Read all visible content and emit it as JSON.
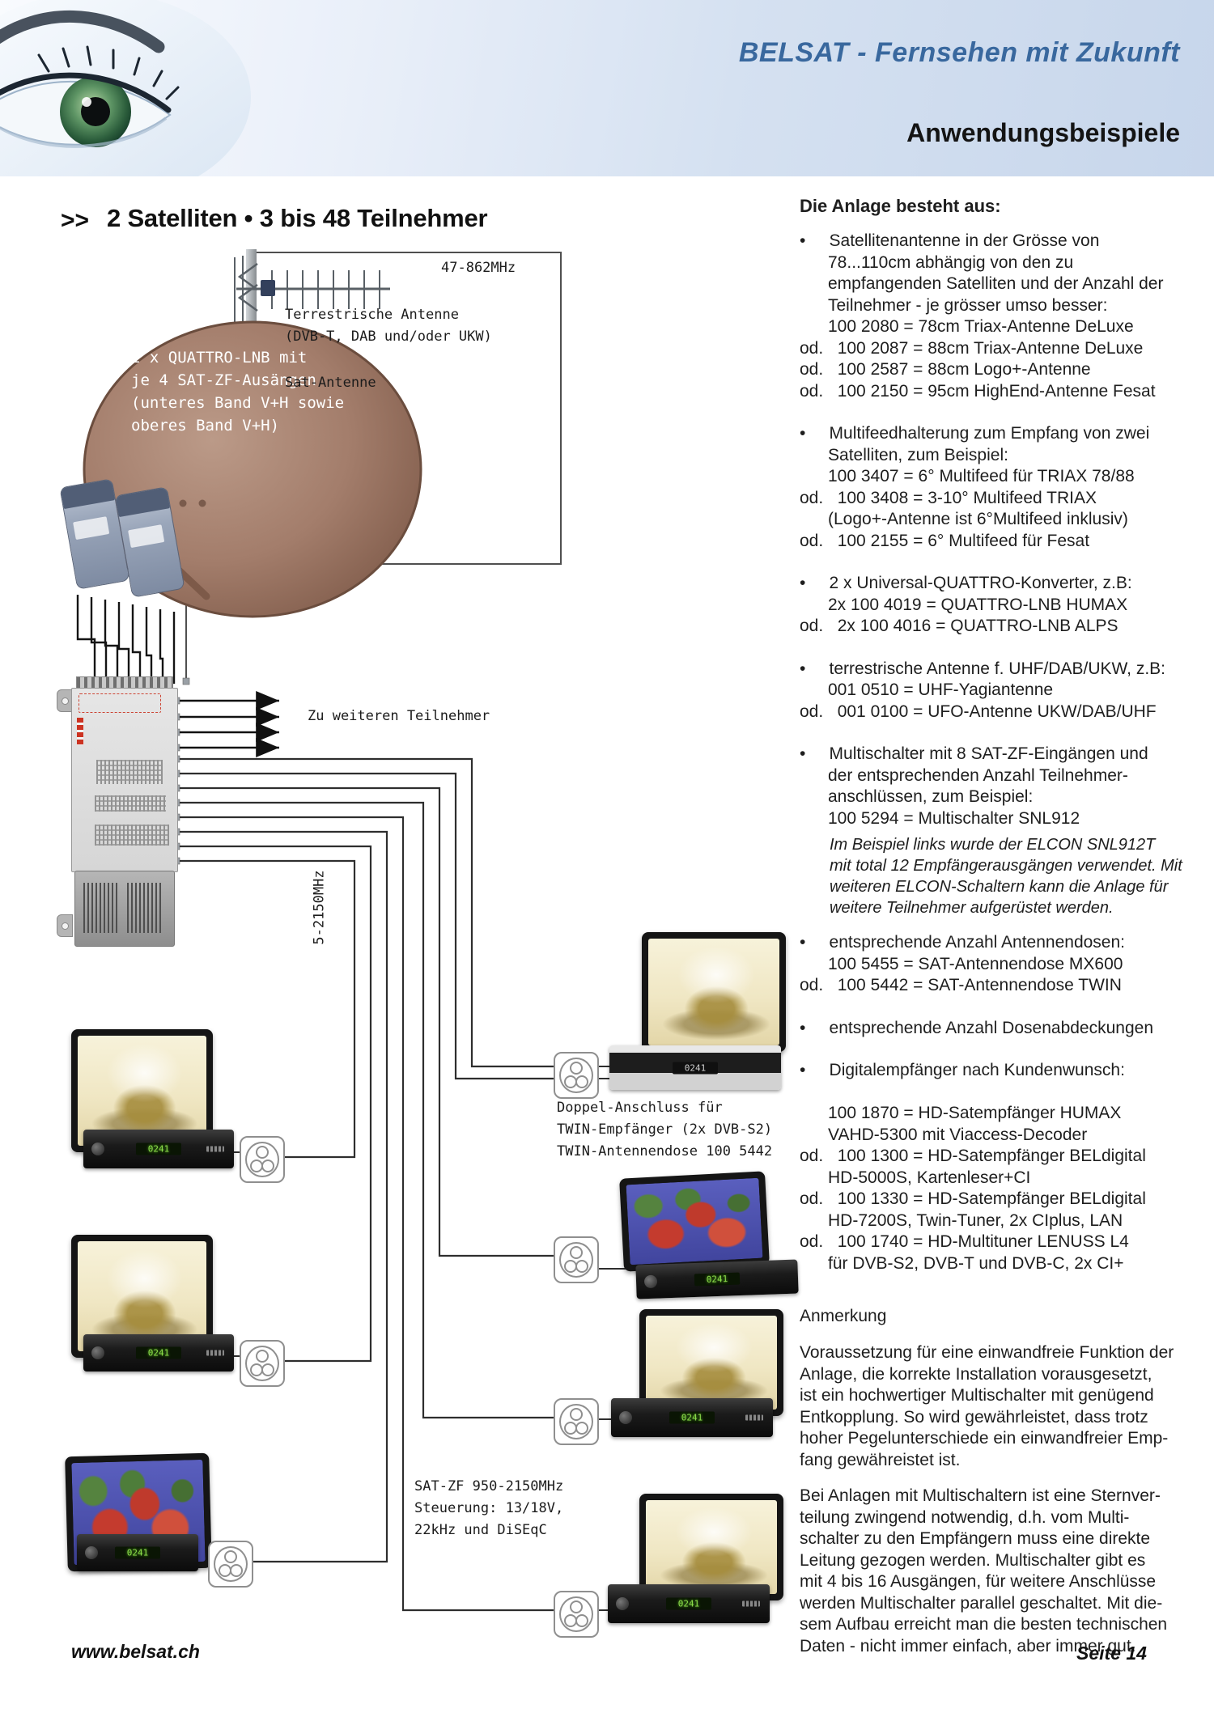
{
  "header": {
    "brand": "BELSAT - Fernsehen mit Zukunft",
    "subtitle": "Anwendungsbeispiele"
  },
  "heading": {
    "marker": ">>",
    "title": "2 Satelliten • 3 bis 48 Teilnehmer"
  },
  "diagram": {
    "colors": {
      "wire": "#2e2e2e",
      "dish": "#a37d6b",
      "accent_red": "#cc3322"
    },
    "labels": {
      "freq_terrestrial": "47-862MHz",
      "terrestrial_antenna": "Terrestrische Antenne\n(DVB-T, DAB und/oder UKW)",
      "sat_antenna": "Sat-Antenne",
      "lnb_note": "2 x QUATTRO-LNB mit\nje 4 SAT-ZF-Ausängen\n(unteres Band V+H sowie\noberes Band V+H)",
      "to_more_participants": "Zu weiteren Teilnehmer",
      "band_range": "5-2150MHz",
      "twin_note": "Doppel-Anschluss für\nTWIN-Empfänger (2x DVB-S2)\nTWIN-Antennendose 100 5442",
      "satzf_note": "SAT-ZF 950-2150MHz\nSteuerung: 13/18V,\n22kHz und DiSEqC",
      "receiver_display": "0241"
    }
  },
  "sidebar": {
    "title": "Die Anlage besteht aus:",
    "bullets": [
      {
        "text": "•     Satellitenantenne in der Grösse von\n      78...110cm abhängig von den zu\n      empfangenden Satelliten und der Anzahl der\n      Teilnehmer - je grösser umso besser:\n      100 2080 = 78cm Triax-Antenne DeLuxe\nod.   100 2087 = 88cm Triax-Antenne DeLuxe\nod.   100 2587 = 88cm Logo+-Antenne\nod.   100 2150 = 95cm HighEnd-Antenne Fesat"
      },
      {
        "text": "•     Multifeedhalterung zum Empfang von zwei\n      Satelliten, zum Beispiel:\n      100 3407 = 6° Multifeed für TRIAX 78/88\nod.   100 3408 = 3-10° Multifeed TRIAX\n      (Logo+-Antenne ist 6°Multifeed inklusiv)\nod.   100 2155 = 6° Multifeed für Fesat"
      },
      {
        "text": "•     2 x Universal-QUATTRO-Konverter, z.B:\n      2x 100 4019 = QUATTRO-LNB HUMAX\nod.   2x 100 4016 = QUATTRO-LNB ALPS"
      },
      {
        "text": "•     terrestrische Antenne f. UHF/DAB/UKW, z.B:\n      001 0510 = UHF-Yagiantenne\nod.   001 0100 = UFO-Antenne UKW/DAB/UHF"
      },
      {
        "text": "•     Multischalter mit 8 SAT-ZF-Eingängen und\n      der entsprechenden Anzahl Teilnehmer-\n      anschlüssen, zum Beispiel:\n      100 5294 = Multischalter SNL912",
        "italic": "Im Beispiel links wurde der ELCON SNL912T\nmit total 12 Empfängerausgängen verwendet. Mit\nweiteren ELCON-Schaltern kann die Anlage für\nweitere Teilnehmer aufgerüstet werden."
      },
      {
        "text": "•     entsprechende Anzahl Antennendosen:\n      100 5455 = SAT-Antennendose MX600\nod.   100 5442 = SAT-Antennendose TWIN"
      },
      {
        "text": "•     entsprechende Anzahl Dosenabdeckungen"
      },
      {
        "text": "•     Digitalempfänger nach Kundenwunsch:\n\n      100 1870 = HD-Satempfänger HUMAX\n      VAHD-5300 mit Viaccess-Decoder\nod.   100 1300 = HD-Satempfänger BELdigital\n      HD-5000S, Kartenleser+CI\nod.   100 1330 = HD-Satempfänger BELdigital\n      HD-7200S, Twin-Tuner, 2x CIplus, LAN\nod.   100 1740 = HD-Multituner LENUSS L4\n      für DVB-S2, DVB-T und DVB-C, 2x CI+"
      }
    ],
    "note_title": "Anmerkung",
    "paragraph1": "Voraussetzung für eine einwandfreie Funktion der\nAnlage, die korrekte Installation vorausgesetzt,\nist ein hochwertiger Multischalter mit genügend\nEntkopplung. So wird gewährleistet, dass trotz\nhoher Pegelunterschiede ein einwandfreier Emp-\nfang gewähreistet ist.",
    "paragraph2": "Bei Anlagen mit Multischaltern ist eine Sternver-\nteilung zwingend notwendig, d.h. vom Multi-\nschalter zu den Empfängern muss eine direkte\nLeitung gezogen werden. Multischalter gibt es\nmit 4 bis 16 Ausgängen, für weitere Anschlüsse\nwerden Multischalter parallel geschaltet. Mit die-\nsem Aufbau erreicht man die besten technischen\nDaten - nicht immer einfach, aber immer gut."
  },
  "footer": {
    "website": "www.belsat.ch",
    "page": "Seite 14"
  }
}
